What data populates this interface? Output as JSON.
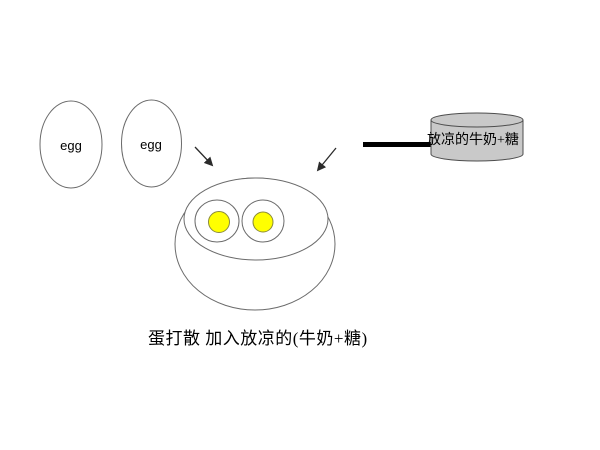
{
  "diagram": {
    "eggs": [
      {
        "label": "egg"
      },
      {
        "label": "egg"
      }
    ],
    "container": {
      "label": "放凉的牛奶+糖"
    },
    "caption": "蛋打散 加入放凉的(牛奶+糖)",
    "colors": {
      "background": "#ffffff",
      "outline": "#6b6b6b",
      "arrow": "#2b2b2b",
      "yolk": "#ffff00",
      "yolkStroke": "#8a8a3a",
      "container": "#c9c9c9",
      "containerStroke": "#4d4d4d",
      "pourLine": "#000000",
      "text": "#000000"
    }
  }
}
